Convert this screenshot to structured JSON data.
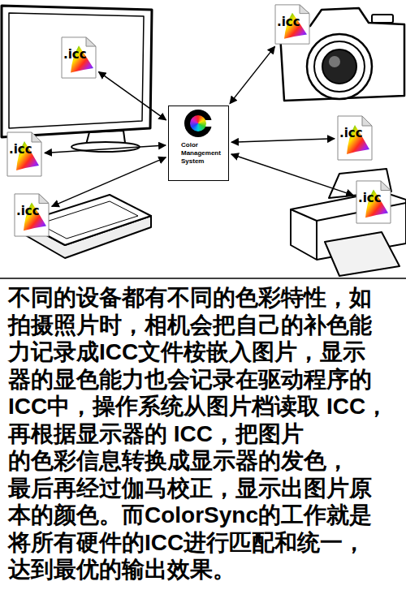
{
  "diagram": {
    "caption": "不同的设备都有不同的色彩特性，如 拍摄照片时，相机会把自己的补色能 力记录成ICC文件桉嵌入图片，显示 器的显色能力也会记录在驱动程序的 ICC中，操作系统从图片档读取 ICC，再根据显示器的 ICC，把图片 的色彩信息转换成显示器的发色， 最后再经过伽马校正，显示出图片原 本的颜色。而ColorSync的工作就是 将所有硬件的ICC进行匹配和统一， 达到最优的输出效果。",
    "nodes": [
      {
        "text": [
          ".icc"
        ]
      },
      {
        "text": [
          ".icc"
        ]
      },
      {
        "text": [
          "Color Management System"
        ]
      },
      {
        "text": [
          ".icc"
        ]
      },
      {
        "text": [
          ".icc"
        ]
      },
      {
        "text": [
          ".icc"
        ]
      },
      {
        "text": [
          ".icc"
        ]
      }
    ],
    "edges": [
      {
        "from": 2,
        "to": 0,
        "arrow": "both"
      },
      {
        "from": 2,
        "to": 1,
        "arrow": "both"
      },
      {
        "from": 2,
        "to": 3,
        "arrow": "both"
      },
      {
        "from": 2,
        "to": 4,
        "arrow": "both"
      },
      {
        "from": 2,
        "to": 5,
        "arrow": "both"
      },
      {
        "from": 2,
        "to": 6,
        "arrow": "both"
      }
    ]
  }
}
